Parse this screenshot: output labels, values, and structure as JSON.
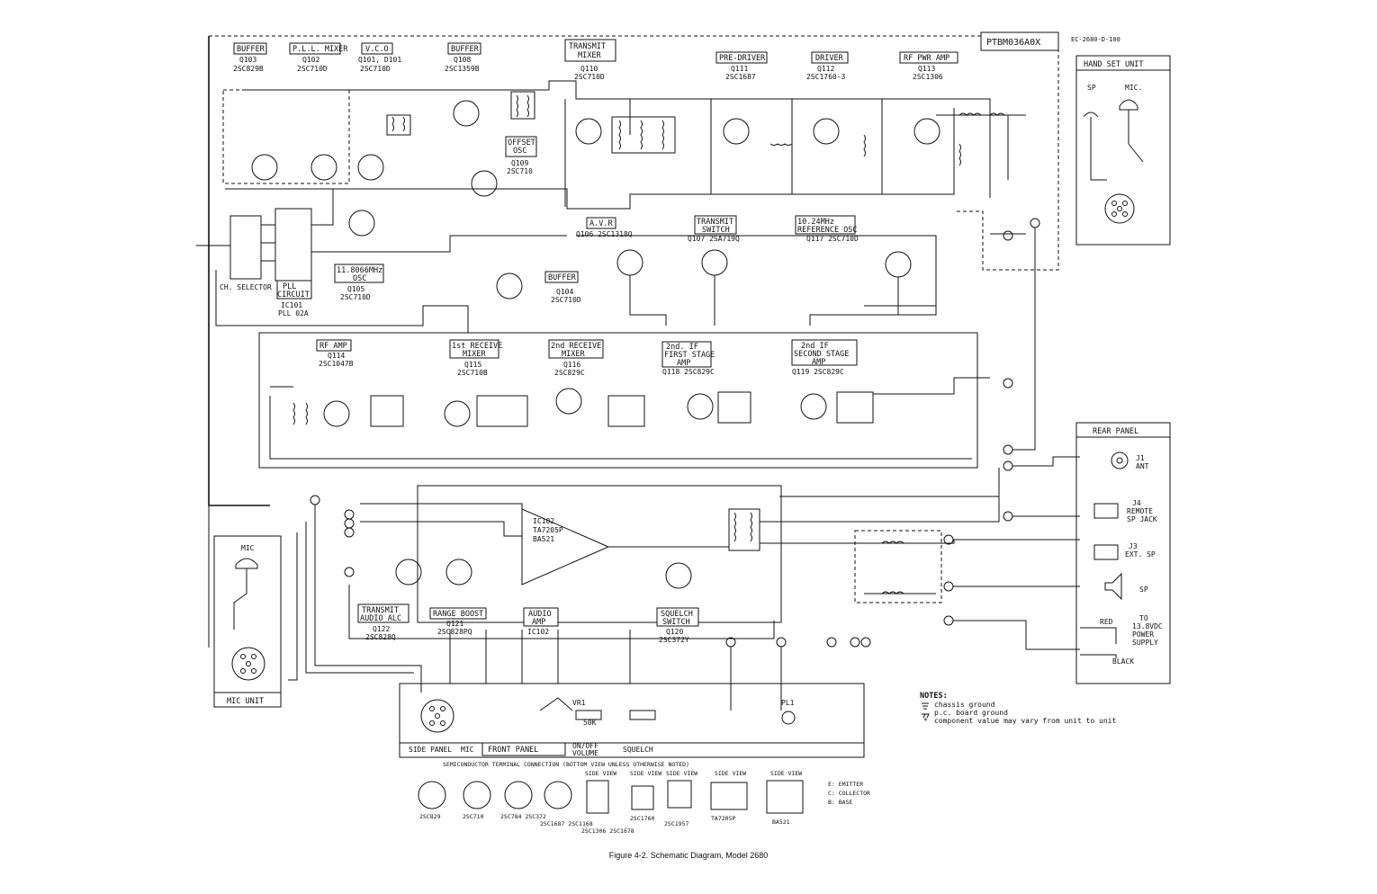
{
  "header": {
    "model_code": "PTBM036A0X",
    "doc_code": "EC-2680-D-100"
  },
  "stages_top": [
    {
      "id": "buffer1",
      "name": "BUFFER",
      "ref": "Q103",
      "part": "2SC829B"
    },
    {
      "id": "pll_mixer",
      "name": "P.L.L. MIXER",
      "ref": "Q102",
      "part": "2SC710D"
    },
    {
      "id": "vco",
      "name": "V.C.O",
      "ref": "Q101, D101",
      "part": "2SC710D"
    },
    {
      "id": "buffer2",
      "name": "BUFFER",
      "ref": "Q108",
      "part": "2SC1359B"
    },
    {
      "id": "tx_mixer",
      "name": "TRANSMIT MIXER",
      "ref": "Q110",
      "part": "2SC710D"
    },
    {
      "id": "pre_driver",
      "name": "PRE-DRIVER",
      "ref": "Q111",
      "part": "2SC1687"
    },
    {
      "id": "driver",
      "name": "DRIVER",
      "ref": "Q112",
      "part": "2SC1760-3"
    },
    {
      "id": "rf_pwr_amp",
      "name": "RF PWR AMP",
      "ref": "Q113",
      "part": "2SC1306"
    }
  ],
  "stages_mid": [
    {
      "id": "offset_osc",
      "name": "OFFSET OSC",
      "ref": "Q109",
      "part": "2SC710"
    },
    {
      "id": "osc_118",
      "name": "11.8066MHz OSC",
      "ref": "Q105",
      "part": "2SC710D"
    },
    {
      "id": "pll_circuit",
      "name": "PLL CIRCUIT",
      "ref": "IC101",
      "part": "PLL 02A"
    },
    {
      "id": "buffer3",
      "name": "BUFFER",
      "ref": "Q104",
      "part": "2SC710D"
    },
    {
      "id": "avr",
      "name": "A.V.R",
      "ref": "Q106",
      "part": "2SC1318Q"
    },
    {
      "id": "tx_switch",
      "name": "TRANSMIT SWITCH",
      "ref": "Q107",
      "part": "2SA719Q"
    },
    {
      "id": "ref_osc",
      "name": "10.24MHz REFERENCE OSC",
      "ref": "Q117",
      "part": "2SC710D"
    }
  ],
  "stages_rx": [
    {
      "id": "rf_amp",
      "name": "RF AMP",
      "ref": "Q114",
      "part": "2SC1047B"
    },
    {
      "id": "rx_mixer1",
      "name": "1st RECEIVE MIXER",
      "ref": "Q115",
      "part": "2SC710B"
    },
    {
      "id": "rx_mixer2",
      "name": "2nd RECEIVE MIXER",
      "ref": "Q116",
      "part": "2SC829C"
    },
    {
      "id": "if_stage1",
      "name": "2nd. IF FIRST STAGE AMP",
      "ref": "Q118",
      "part": "2SC829C"
    },
    {
      "id": "if_stage2",
      "name": "2nd IF SECOND STAGE AMP",
      "ref": "Q119",
      "part": "2SC829C"
    }
  ],
  "stages_audio": [
    {
      "id": "tx_audio_alc",
      "name": "TRANSMIT AUDIO ALC",
      "ref": "Q122",
      "part": "2SC828Q"
    },
    {
      "id": "range_boost",
      "name": "RANGE BOOST",
      "ref": "Q121",
      "part": "2SC828PQ"
    },
    {
      "id": "audio_amp",
      "name": "AUDIO AMP",
      "ref": "IC102",
      "part": ""
    },
    {
      "id": "squelch_sw",
      "name": "SQUELCH SWITCH",
      "ref": "Q120",
      "part": "2SC372Y"
    }
  ],
  "ic102_label": [
    "IC102",
    "TA7205P",
    "BA521"
  ],
  "ch_selector": "CH. SELECTOR",
  "hand_set": {
    "title": "HAND SET UNIT",
    "sp": "SP",
    "mic": "MIC."
  },
  "mic_unit": {
    "title": "MIC UNIT",
    "mic": "MIC"
  },
  "rear_panel": {
    "title": "REAR PANEL",
    "items": [
      {
        "id": "j1",
        "label": "J1 ANT"
      },
      {
        "id": "j4",
        "label": "J4 REMOTE SP JACK"
      },
      {
        "id": "j3",
        "label": "J3 EXT. SP"
      },
      {
        "id": "sp",
        "label": "SP"
      },
      {
        "id": "psu",
        "label": "TO 13.8VDC POWER SUPPLY"
      }
    ],
    "wire_red": "RED",
    "wire_black": "BLACK"
  },
  "front_panel": {
    "title": "FRONT PANEL",
    "side": "SIDE PANEL",
    "mic": "MIC",
    "volume": "ON/OFF VOLUME",
    "squelch": "SQUELCH",
    "vr_ref": "VR1",
    "vr_value": "50K",
    "pl1": "PL1"
  },
  "notes": {
    "title": "NOTES:",
    "items": [
      "chassis ground",
      "p.c. board ground",
      "component value may vary from unit to unit"
    ]
  },
  "bottom_view": {
    "heading": "SEMICONDUCTOR TERMINAL CONNECTION (BOTTOM VIEW UNLESS OTHERWISE NOTED)",
    "side_view": "SIDE VIEW",
    "groups": [
      {
        "label": "2SC829"
      },
      {
        "label": "2SC710"
      },
      {
        "label": "2SC784 2SC372"
      },
      {
        "label": "2SC1687 2SC1168"
      },
      {
        "label": "2SC1306 2SC1678"
      },
      {
        "label": "2SC1760"
      },
      {
        "label": "2SC1957"
      },
      {
        "label": "TA7205P"
      },
      {
        "label": "BA521"
      }
    ],
    "legend": [
      "E: EMITTER",
      "C: COLLECTOR",
      "B: BASE"
    ]
  },
  "caption": "Figure 4-2. Schematic Diagram, Model 2680"
}
